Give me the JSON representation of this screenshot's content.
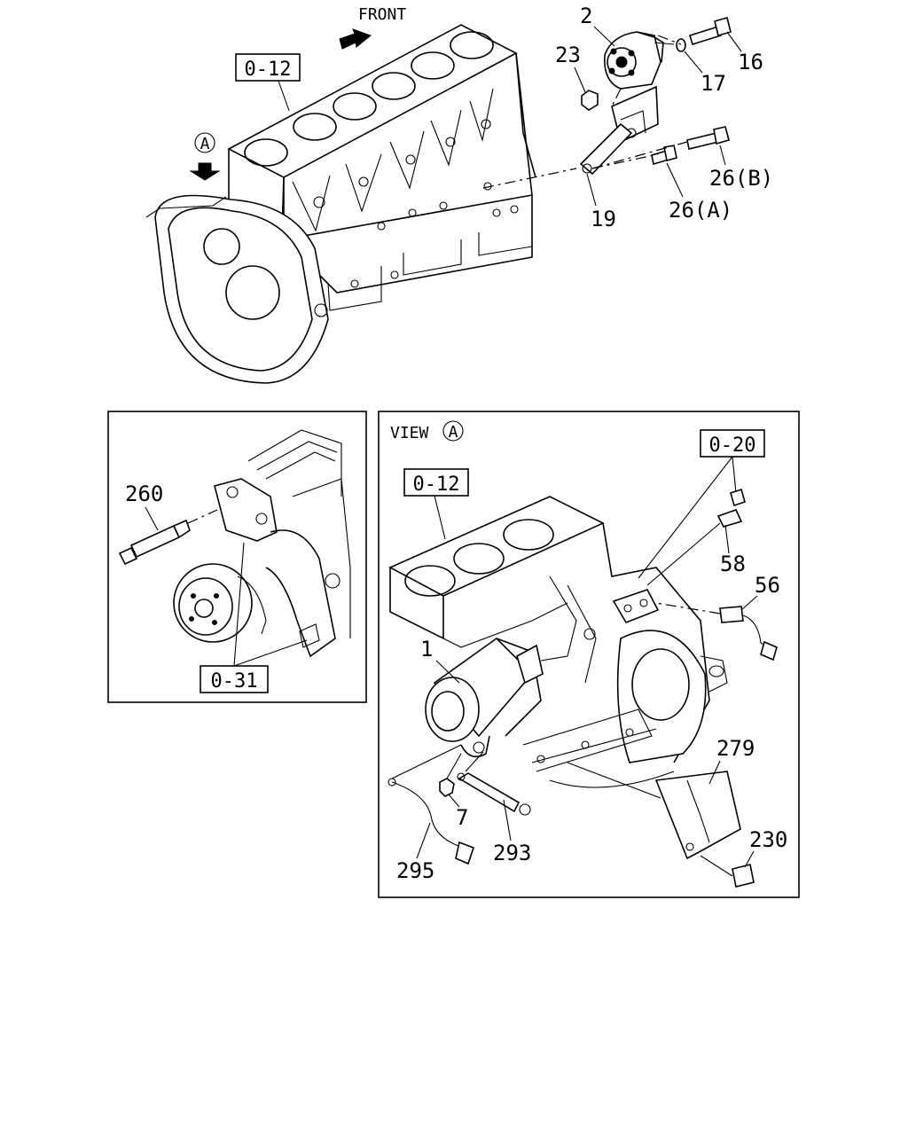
{
  "top_view": {
    "direction_label": "FRONT",
    "view_marker": "A",
    "ref_box": "0-12",
    "part_numbers": {
      "p2": "2",
      "p23": "23",
      "p16": "16",
      "p17": "17",
      "p26b": "26(B)",
      "p26a": "26(A)",
      "p19": "19"
    }
  },
  "left_inset": {
    "part_numbers": {
      "p260": "260"
    },
    "ref_box": "0-31"
  },
  "right_inset": {
    "view_title": "VIEW",
    "view_marker": "A",
    "ref_box_block": "0-12",
    "ref_box_sensor": "0-20",
    "part_numbers": {
      "p58": "58",
      "p56": "56",
      "p1": "1",
      "p279": "279",
      "p7": "7",
      "p293": "293",
      "p295": "295",
      "p230": "230"
    }
  }
}
